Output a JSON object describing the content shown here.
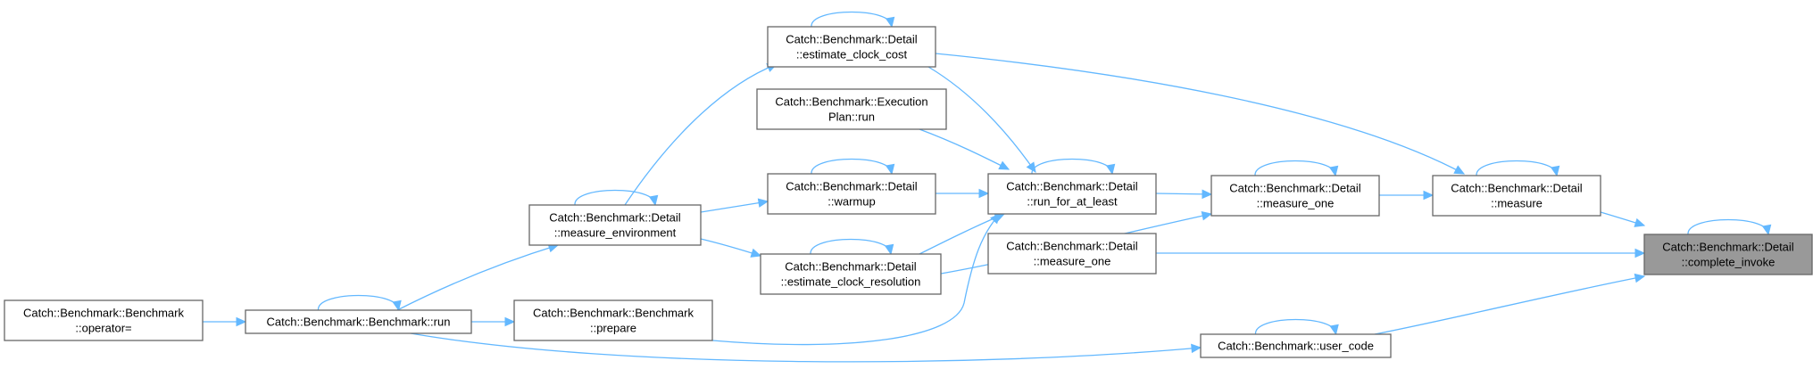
{
  "diagram": {
    "type": "call-graph",
    "colors": {
      "edge": "#63b8ff",
      "node_border": "#666666",
      "node_fill": "#ffffff",
      "highlight_fill": "#999999"
    },
    "nodes": [
      {
        "id": "complete_invoke",
        "lines": [
          "Catch::Benchmark::Detail",
          "::complete_invoke"
        ],
        "highlight": true
      },
      {
        "id": "measure",
        "lines": [
          "Catch::Benchmark::Detail",
          "::measure"
        ]
      },
      {
        "id": "estimate_clock_cost",
        "lines": [
          "Catch::Benchmark::Detail",
          "::estimate_clock_cost"
        ]
      },
      {
        "id": "execution_plan_run",
        "lines": [
          "Catch::Benchmark::Execution",
          "Plan::run"
        ]
      },
      {
        "id": "warmup",
        "lines": [
          "Catch::Benchmark::Detail",
          "::warmup"
        ]
      },
      {
        "id": "run_for_at_least",
        "lines": [
          "Catch::Benchmark::Detail",
          "::run_for_at_least"
        ]
      },
      {
        "id": "measure_one_a",
        "lines": [
          "Catch::Benchmark::Detail",
          "::measure_one"
        ]
      },
      {
        "id": "measure_one_b",
        "lines": [
          "Catch::Benchmark::Detail",
          "::measure_one"
        ]
      },
      {
        "id": "measure_environment",
        "lines": [
          "Catch::Benchmark::Detail",
          "::measure_environment"
        ]
      },
      {
        "id": "estimate_clock_resolution",
        "lines": [
          "Catch::Benchmark::Detail",
          "::estimate_clock_resolution"
        ]
      },
      {
        "id": "benchmark_operator",
        "lines": [
          "Catch::Benchmark::Benchmark",
          "::operator="
        ]
      },
      {
        "id": "benchmark_run",
        "lines": [
          "Catch::Benchmark::Benchmark::run"
        ]
      },
      {
        "id": "benchmark_prepare",
        "lines": [
          "Catch::Benchmark::Benchmark",
          "::prepare"
        ]
      },
      {
        "id": "user_code",
        "lines": [
          "Catch::Benchmark::user_code"
        ]
      }
    ],
    "edges": [
      {
        "from": "measure",
        "to": "complete_invoke"
      },
      {
        "from": "measure_one_b",
        "to": "complete_invoke"
      },
      {
        "from": "user_code",
        "to": "complete_invoke"
      },
      {
        "from": "measure_one_a",
        "to": "measure"
      },
      {
        "from": "estimate_clock_cost",
        "to": "measure"
      },
      {
        "from": "run_for_at_least",
        "to": "measure_one_a"
      },
      {
        "from": "estimate_clock_resolution",
        "to": "measure_one_a"
      },
      {
        "from": "estimate_clock_cost",
        "to": "run_for_at_least"
      },
      {
        "from": "execution_plan_run",
        "to": "run_for_at_least"
      },
      {
        "from": "warmup",
        "to": "run_for_at_least"
      },
      {
        "from": "estimate_clock_resolution",
        "to": "run_for_at_least"
      },
      {
        "from": "benchmark_prepare",
        "to": "run_for_at_least"
      },
      {
        "from": "measure_environment",
        "to": "estimate_clock_cost"
      },
      {
        "from": "measure_environment",
        "to": "warmup"
      },
      {
        "from": "measure_environment",
        "to": "estimate_clock_resolution"
      },
      {
        "from": "benchmark_run",
        "to": "measure_environment"
      },
      {
        "from": "benchmark_run",
        "to": "benchmark_prepare"
      },
      {
        "from": "benchmark_operator",
        "to": "benchmark_run"
      },
      {
        "from": "benchmark_run",
        "to": "user_code"
      },
      {
        "from": "complete_invoke",
        "to": "complete_invoke",
        "self": true
      },
      {
        "from": "measure",
        "to": "measure",
        "self": true
      },
      {
        "from": "estimate_clock_cost",
        "to": "estimate_clock_cost",
        "self": true
      },
      {
        "from": "warmup",
        "to": "warmup",
        "self": true
      },
      {
        "from": "run_for_at_least",
        "to": "run_for_at_least",
        "self": true
      },
      {
        "from": "measure_one_a",
        "to": "measure_one_a",
        "self": true
      },
      {
        "from": "measure_environment",
        "to": "measure_environment",
        "self": true
      },
      {
        "from": "estimate_clock_resolution",
        "to": "estimate_clock_resolution",
        "self": true
      },
      {
        "from": "benchmark_run",
        "to": "benchmark_run",
        "self": true
      },
      {
        "from": "user_code",
        "to": "user_code",
        "self": true
      }
    ]
  }
}
